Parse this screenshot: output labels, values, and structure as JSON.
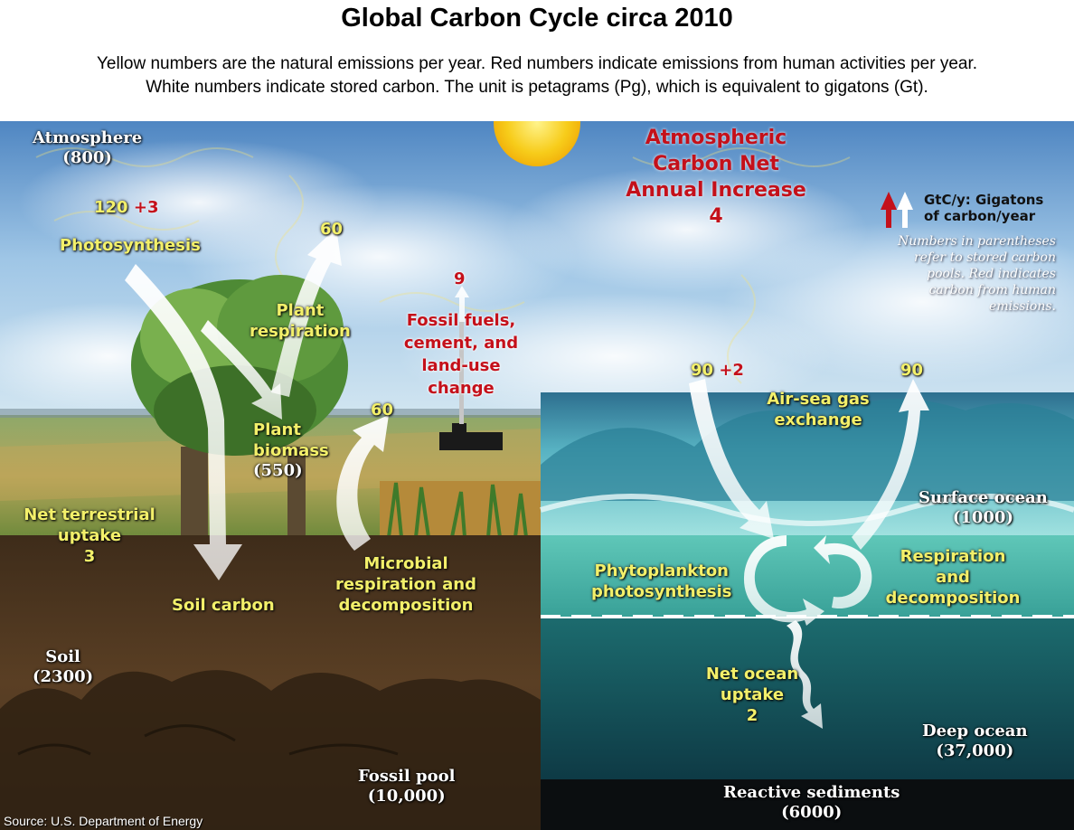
{
  "header": {
    "title": "Global Carbon Cycle circa 2010",
    "subtitle_line1": "Yellow numbers are the natural emissions per year. Red numbers indicate emissions from human activities per year.",
    "subtitle_line2": "White numbers indicate stored carbon. The unit is petagrams (Pg), which is equivalent to gigatons (Gt)."
  },
  "colors": {
    "natural": "#f3f06a",
    "human": "#c4101a",
    "stored": "#ffffff"
  },
  "pools": {
    "atmosphere": {
      "name": "Atmosphere",
      "value": "(800)"
    },
    "plant_biomass": {
      "name_line1": "Plant",
      "name_line2": "biomass",
      "value": "(550)"
    },
    "soil": {
      "name": "Soil",
      "value": "(2300)"
    },
    "fossil": {
      "name": "Fossil pool",
      "value": "(10,000)"
    },
    "surface_ocean": {
      "name": "Surface ocean",
      "value": "(1000)"
    },
    "deep_ocean": {
      "name": "Deep ocean",
      "value": "(37,000)"
    },
    "sediments": {
      "name": "Reactive sediments",
      "value": "(6000)"
    }
  },
  "fluxes": {
    "photosynthesis": {
      "natural": "120",
      "human": "+3",
      "label": "Photosynthesis"
    },
    "plant_respiration": {
      "value": "60",
      "label_line1": "Plant",
      "label_line2": "respiration"
    },
    "microbial": {
      "value": "60",
      "label_line1": "Microbial",
      "label_line2": "respiration and",
      "label_line3": "decomposition"
    },
    "fossil_fuels": {
      "value": "9",
      "label_line1": "Fossil fuels,",
      "label_line2": "cement, and",
      "label_line3": "land-use",
      "label_line4": "change"
    },
    "net_terrestrial": {
      "line1": "Net terrestrial",
      "line2": "uptake",
      "value": "3"
    },
    "soil_carbon": {
      "label": "Soil carbon"
    },
    "air_sea_in": {
      "natural": "90",
      "human": "+2"
    },
    "air_sea_out": {
      "value": "90"
    },
    "air_sea_label": {
      "line1": "Air-sea gas",
      "line2": "exchange"
    },
    "phytoplankton": {
      "line1": "Phytoplankton",
      "line2": "photosynthesis"
    },
    "ocean_respiration": {
      "line1": "Respiration",
      "line2": "and",
      "line3": "decomposition"
    },
    "net_ocean": {
      "line1": "Net ocean",
      "line2": "uptake",
      "value": "2"
    }
  },
  "atmospheric_increase": {
    "line1": "Atmospheric",
    "line2": "Carbon Net",
    "line3": "Annual Increase",
    "value": "4"
  },
  "legend": {
    "unit_line1": "GtC/y: Gigatons",
    "unit_line2": "of carbon/year",
    "note_line1": "Numbers in parentheses",
    "note_line2": "refer to stored carbon",
    "note_line3": "pools. Red indicates",
    "note_line4": "carbon from human",
    "note_line5": "emissions."
  },
  "source": "Source: U.S. Department of Energy"
}
